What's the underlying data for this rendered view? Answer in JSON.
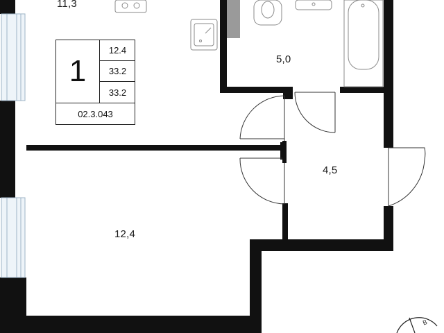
{
  "rooms": {
    "kitchen_area": "11,3",
    "bathroom_area": "5,0",
    "hall_area": "4,5",
    "living_area": "12,4"
  },
  "badge": {
    "room_count": "1",
    "living_area": "12.4",
    "total_area_1": "33.2",
    "total_area_2": "33.2",
    "apartment_code": "02.3.043"
  },
  "compass": {
    "direction_letter": "В"
  },
  "colors": {
    "wall": "#111111",
    "window": "#cfe0ee",
    "fixture_stroke": "#8a8a8a",
    "accent_gray": "#9a9a9a"
  }
}
